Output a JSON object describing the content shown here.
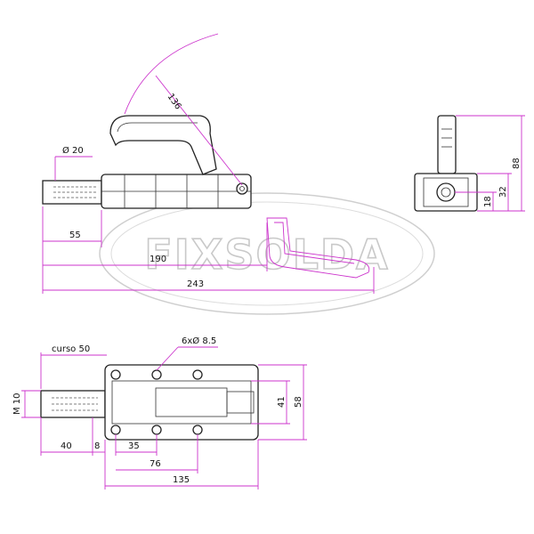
{
  "watermark": {
    "brand": "FIXSOLDA"
  },
  "colors": {
    "dimension": "#cc33cc",
    "outline": "#222222",
    "watermark": "#c9c9c9"
  },
  "side_view": {
    "dim_radius": "136",
    "dim_diameter": "Ø 20",
    "dim_55": "55",
    "dim_190": "190",
    "dim_243": "243"
  },
  "end_view": {
    "dim_88": "88",
    "dim_32": "32",
    "dim_18": "18"
  },
  "top_view": {
    "stroke_label": "curso 50",
    "holes_label": "6xØ 8.5",
    "thread_label": "M 10",
    "dim_40": "40",
    "dim_8": "8",
    "dim_35": "35",
    "dim_76": "76",
    "dim_135": "135",
    "dim_41": "41",
    "dim_58": "58"
  }
}
